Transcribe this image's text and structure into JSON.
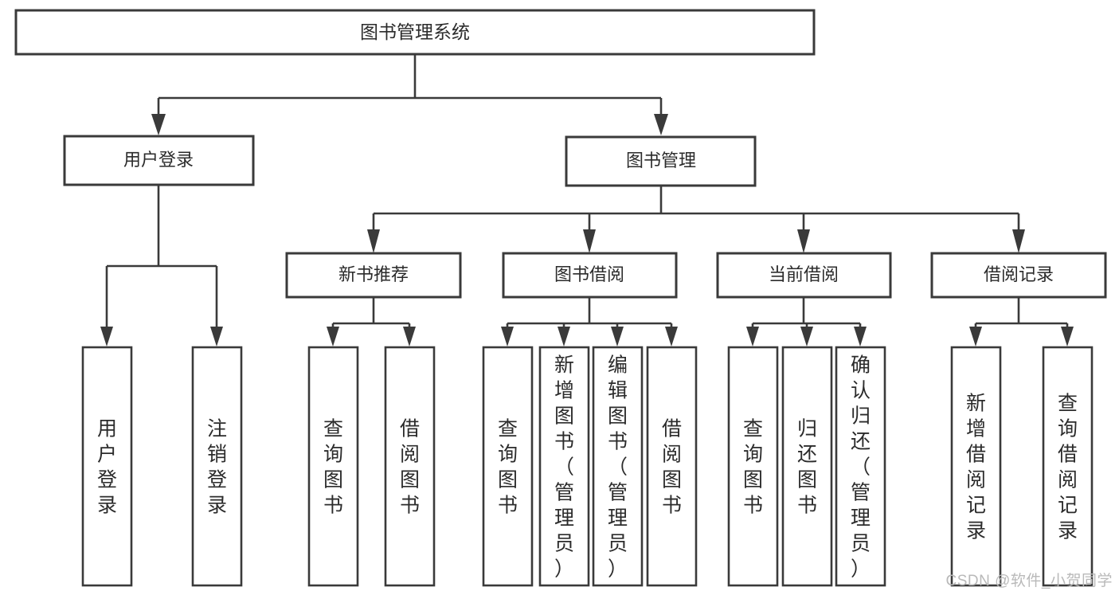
{
  "diagram": {
    "title": "图书管理系统",
    "type": "tree-hierarchy",
    "watermark": "CSDN @软件_小贺同学",
    "root": {
      "id": "root",
      "label": "图书管理系统"
    },
    "level1": [
      {
        "id": "user-login",
        "label": "用户登录"
      },
      {
        "id": "book-management",
        "label": "图书管理"
      }
    ],
    "level2": [
      {
        "id": "new-book-recommend",
        "label": "新书推荐",
        "parent": "book-management"
      },
      {
        "id": "book-borrow",
        "label": "图书借阅",
        "parent": "book-management"
      },
      {
        "id": "current-borrow",
        "label": "当前借阅",
        "parent": "book-management"
      },
      {
        "id": "borrow-record",
        "label": "借阅记录",
        "parent": "book-management"
      }
    ],
    "leaves": [
      {
        "id": "leaf-user-login",
        "label": "用户登录",
        "parent": "user-login"
      },
      {
        "id": "leaf-logout-login",
        "label": "注销登录",
        "parent": "user-login"
      },
      {
        "id": "leaf-query-book-1",
        "label": "查询图书",
        "parent": "new-book-recommend"
      },
      {
        "id": "leaf-borrow-book-1",
        "label": "借阅图书",
        "parent": "new-book-recommend"
      },
      {
        "id": "leaf-query-book-2",
        "label": "查询图书",
        "parent": "book-borrow"
      },
      {
        "id": "leaf-add-book",
        "label": "新增图书（管理员）",
        "parent": "book-borrow"
      },
      {
        "id": "leaf-edit-book",
        "label": "编辑图书（管理员）",
        "parent": "book-borrow"
      },
      {
        "id": "leaf-borrow-book-2",
        "label": "借阅图书",
        "parent": "book-borrow"
      },
      {
        "id": "leaf-query-book-3",
        "label": "查询图书",
        "parent": "current-borrow"
      },
      {
        "id": "leaf-return-book",
        "label": "归还图书",
        "parent": "current-borrow"
      },
      {
        "id": "leaf-confirm-return",
        "label": "确认归还（管理员）",
        "parent": "current-borrow"
      },
      {
        "id": "leaf-add-record",
        "label": "新增借阅记录",
        "parent": "borrow-record"
      },
      {
        "id": "leaf-query-record",
        "label": "查询借阅记录",
        "parent": "borrow-record"
      }
    ],
    "colors": {
      "stroke": "#3a3a3a",
      "fill": "#ffffff",
      "text": "#2b2b2b",
      "watermark": "#b9b9b9"
    }
  }
}
